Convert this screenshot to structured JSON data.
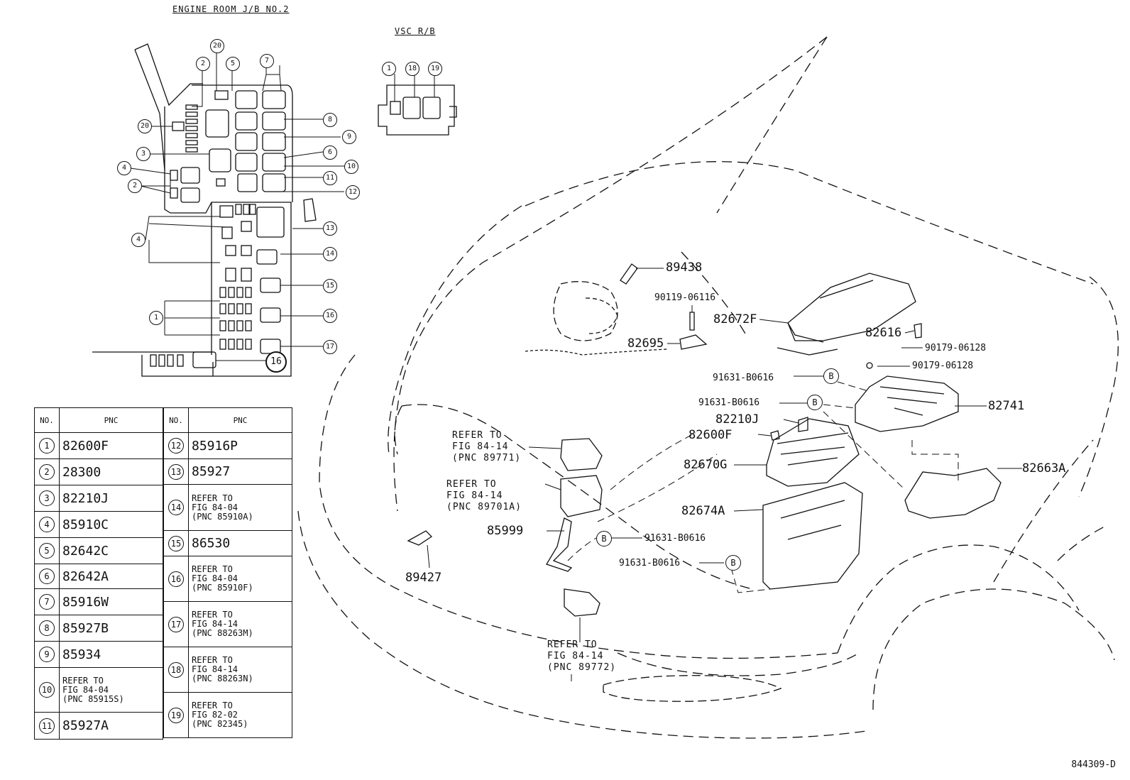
{
  "titles": {
    "junction_block": "ENGINE ROOM J/B NO.2",
    "relay_block": "VSC R/B"
  },
  "jb_callouts": {
    "c20a": "20",
    "c2a": "2",
    "c5": "5",
    "c7": "7",
    "c20b": "20",
    "c8": "8",
    "c9": "9",
    "c3": "3",
    "c6": "6",
    "c10": "10",
    "c4a": "4",
    "c11": "11",
    "c2b": "2",
    "c12": "12",
    "c13": "13",
    "c4b": "4",
    "c14": "14",
    "c15": "15",
    "c1": "1",
    "c16a": "16",
    "c17": "17",
    "c16b": "16"
  },
  "rb_callouts": {
    "r1": "1",
    "r18": "18",
    "r19": "19"
  },
  "table_headers": {
    "no": "NO.",
    "pnc": "PNC"
  },
  "table_left": [
    {
      "no": "1",
      "pnc": "82600F"
    },
    {
      "no": "2",
      "pnc": "28300"
    },
    {
      "no": "3",
      "pnc": "82210J"
    },
    {
      "no": "4",
      "pnc": "85910C"
    },
    {
      "no": "5",
      "pnc": "82642C"
    },
    {
      "no": "6",
      "pnc": "82642A"
    },
    {
      "no": "7",
      "pnc": "85916W"
    },
    {
      "no": "8",
      "pnc": "85927B"
    },
    {
      "no": "9",
      "pnc": "85934"
    },
    {
      "no": "10",
      "pnc": "REFER TO\nFIG 84-04\n(PNC 85915S)"
    },
    {
      "no": "11",
      "pnc": "85927A"
    }
  ],
  "table_right": [
    {
      "no": "12",
      "pnc": "85916P"
    },
    {
      "no": "13",
      "pnc": "85927"
    },
    {
      "no": "14",
      "pnc": "REFER TO\nFIG 84-04\n(PNC 85910A)"
    },
    {
      "no": "15",
      "pnc": "86530"
    },
    {
      "no": "16",
      "pnc": "REFER TO\nFIG 84-04\n(PNC 85910F)"
    },
    {
      "no": "17",
      "pnc": "REFER TO\nFIG 84-14\n(PNC 88263M)"
    },
    {
      "no": "18",
      "pnc": "REFER TO\nFIG 84-14\n(PNC 88263N)"
    },
    {
      "no": "19",
      "pnc": "REFER TO\nFIG 82-02\n(PNC 82345)"
    }
  ],
  "parts": {
    "p89438": "89438",
    "p90119": "90119-06116",
    "p82672F": "82672F",
    "p82616": "82616",
    "p90179a": "90179-06128",
    "p90179b": "90179-06128",
    "p82695": "82695",
    "p91631a": "91631-B0616",
    "p91631b": "91631-B0616",
    "p82741": "82741",
    "p82210J": "82210J",
    "p82600F": "82600F",
    "p82670G": "82670G",
    "p82663A": "82663A",
    "p82674A": "82674A",
    "p85999": "85999",
    "p91631c": "91631-B0616",
    "p91631d": "91631-B0616",
    "p89427": "89427"
  },
  "bolt_mark": "B",
  "refer_notes": {
    "r89771": "REFER TO\nFIG 84-14\n(PNC 89771)",
    "r89701A": "REFER TO\nFIG 84-14\n(PNC 89701A)",
    "r89772": "REFER TO\nFIG 84-14\n(PNC 89772)"
  },
  "drawing_id": "844309-D"
}
